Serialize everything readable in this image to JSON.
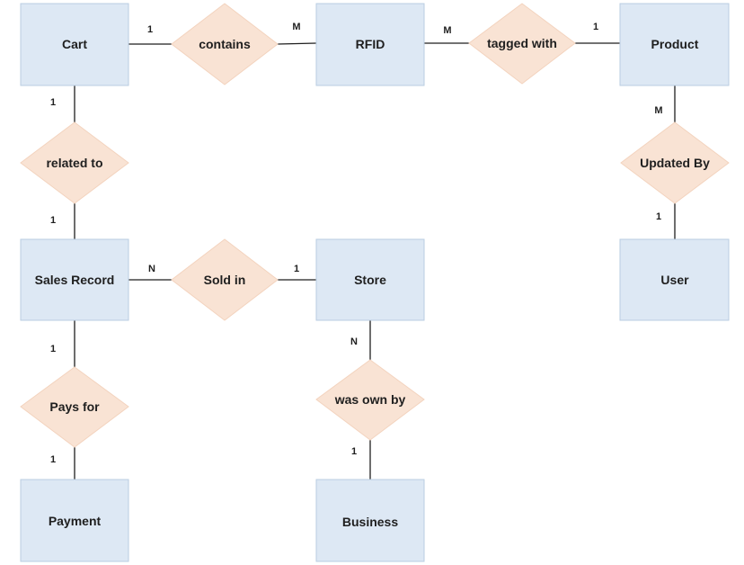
{
  "entities": {
    "cart": "Cart",
    "rfid": "RFID",
    "product": "Product",
    "sales_record": "Sales Record",
    "store": "Store",
    "user": "User",
    "payment": "Payment",
    "business": "Business"
  },
  "relationships": {
    "contains": "contains",
    "tagged_with": "tagged with",
    "related_to": "related to",
    "updated_by": "Updated By",
    "sold_in": "Sold in",
    "pays_for": "Pays for",
    "was_own_by": "was own by"
  },
  "cardinalities": {
    "cart_contains": "1",
    "contains_rfid": "M",
    "rfid_tagged": "M",
    "tagged_product": "1",
    "cart_related": "1",
    "related_sales": "1",
    "product_updated": "M",
    "updated_user": "1",
    "sales_sold": "N",
    "sold_store": "1",
    "sales_pays": "1",
    "pays_payment": "1",
    "store_own": "N",
    "own_business": "1"
  }
}
